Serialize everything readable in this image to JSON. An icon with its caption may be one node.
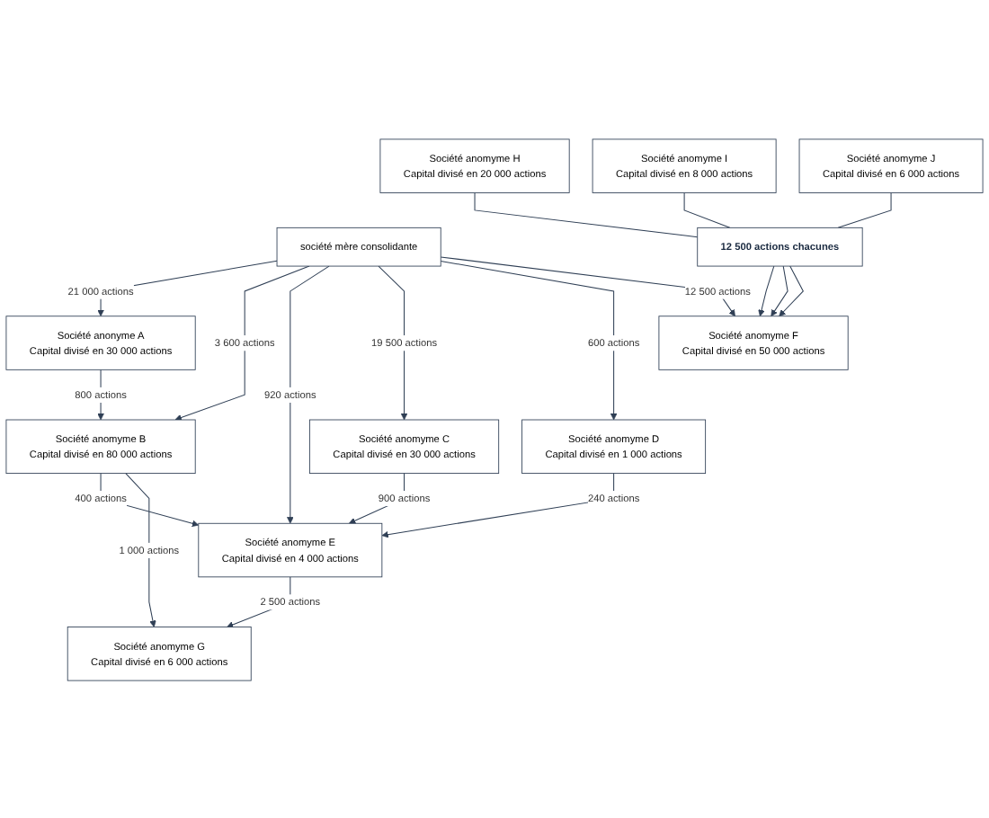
{
  "diagram": {
    "nodes": [
      {
        "text": [
          "société mère consolidante"
        ]
      },
      {
        "text": [
          "Société anonyme A",
          "Capital divisé en 30 000 actions"
        ]
      },
      {
        "text": [
          "Société anomyme B",
          "Capital divisé en 80 000 actions"
        ]
      },
      {
        "text": [
          "Société anomyme C",
          "Capital divisé en 30 000 actions"
        ]
      },
      {
        "text": [
          "Société anomyme D",
          "Capital divisé en 1 000 actions"
        ]
      },
      {
        "text": [
          "Société anomyme E",
          "Capital divisé en 4 000 actions"
        ]
      },
      {
        "text": [
          "Société anomyme F",
          "Capital divisé en 50 000 actions"
        ]
      },
      {
        "text": [
          "Société anomyme G",
          "Capital divisé en 6 000 actions"
        ]
      },
      {
        "text": [
          "12 500 actions chacunes"
        ]
      },
      {
        "text": [
          "Société anomyme H",
          "Capital divisé en 20 000 actions"
        ]
      },
      {
        "text": [
          "Société anomyme I",
          "Capital divisé en 8 000 actions"
        ]
      },
      {
        "text": [
          "Société anomyme J",
          "Capital divisé en 6 000 actions"
        ]
      }
    ],
    "edges": [
      {
        "from": 0,
        "to": 1,
        "arrow": "to",
        "label": "21 000 actions"
      },
      {
        "from": 1,
        "to": 2,
        "arrow": "to",
        "label": "800 actions"
      },
      {
        "from": 0,
        "to": 2,
        "arrow": "to",
        "label": "3 600 actions"
      },
      {
        "from": 0,
        "to": 5,
        "arrow": "to",
        "label": "920 actions"
      },
      {
        "from": 0,
        "to": 3,
        "arrow": "to",
        "label": "19 500 actions"
      },
      {
        "from": 0,
        "to": 4,
        "arrow": "to",
        "label": "600 actions"
      },
      {
        "from": 0,
        "to": 6,
        "arrow": "to",
        "label": "12 500 actions"
      },
      {
        "from": 3,
        "to": 5,
        "arrow": "to",
        "label": "900 actions"
      },
      {
        "from": 4,
        "to": 5,
        "arrow": "to",
        "label": "240 actions"
      },
      {
        "from": 2,
        "to": 5,
        "arrow": "to",
        "label": "400 actions"
      },
      {
        "from": 2,
        "to": 7,
        "arrow": "to",
        "label": "1 000 actions"
      },
      {
        "from": 5,
        "to": 7,
        "arrow": "to",
        "label": "2 500 actions"
      },
      {
        "from": 8,
        "to": 6,
        "arrow": "to"
      },
      {
        "from": 8,
        "to": 6,
        "arrow": "to"
      },
      {
        "from": 8,
        "to": 6,
        "arrow": "to"
      },
      {
        "from": 9,
        "to": 8,
        "arrow": "none"
      },
      {
        "from": 10,
        "to": 8,
        "arrow": "none"
      },
      {
        "from": 11,
        "to": 8,
        "arrow": "none"
      }
    ]
  }
}
